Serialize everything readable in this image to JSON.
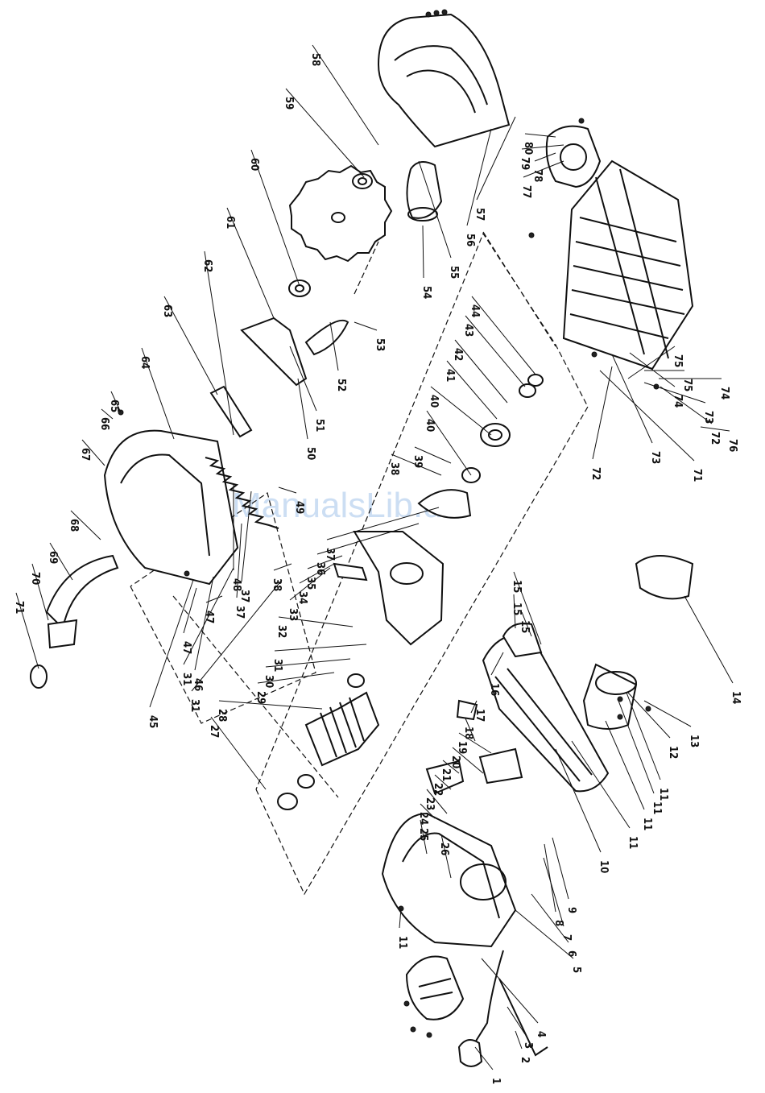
{
  "watermark": "ManualsLib.de",
  "callouts": [
    "1",
    "2",
    "3",
    "4",
    "5",
    "6",
    "7",
    "8",
    "9",
    "10",
    "11",
    "11",
    "11",
    "11",
    "11",
    "12",
    "13",
    "14",
    "15",
    "15",
    "15",
    "16",
    "17",
    "18",
    "19",
    "20",
    "21",
    "22",
    "23",
    "24",
    "25",
    "26",
    "27",
    "28",
    "29",
    "30",
    "31",
    "31",
    "31",
    "32",
    "33",
    "34",
    "35",
    "36",
    "37",
    "37",
    "37",
    "38",
    "38",
    "39",
    "40",
    "40",
    "41",
    "42",
    "43",
    "44",
    "45",
    "46",
    "47",
    "47",
    "48",
    "49",
    "50",
    "51",
    "52",
    "53",
    "54",
    "55",
    "56",
    "57",
    "58",
    "59",
    "60",
    "61",
    "62",
    "63",
    "64",
    "65",
    "66",
    "67",
    "68",
    "69",
    "70",
    "71",
    "71",
    "72",
    "72",
    "73",
    "73",
    "74",
    "74",
    "75",
    "75",
    "76",
    "77",
    "78",
    "79",
    "80"
  ]
}
